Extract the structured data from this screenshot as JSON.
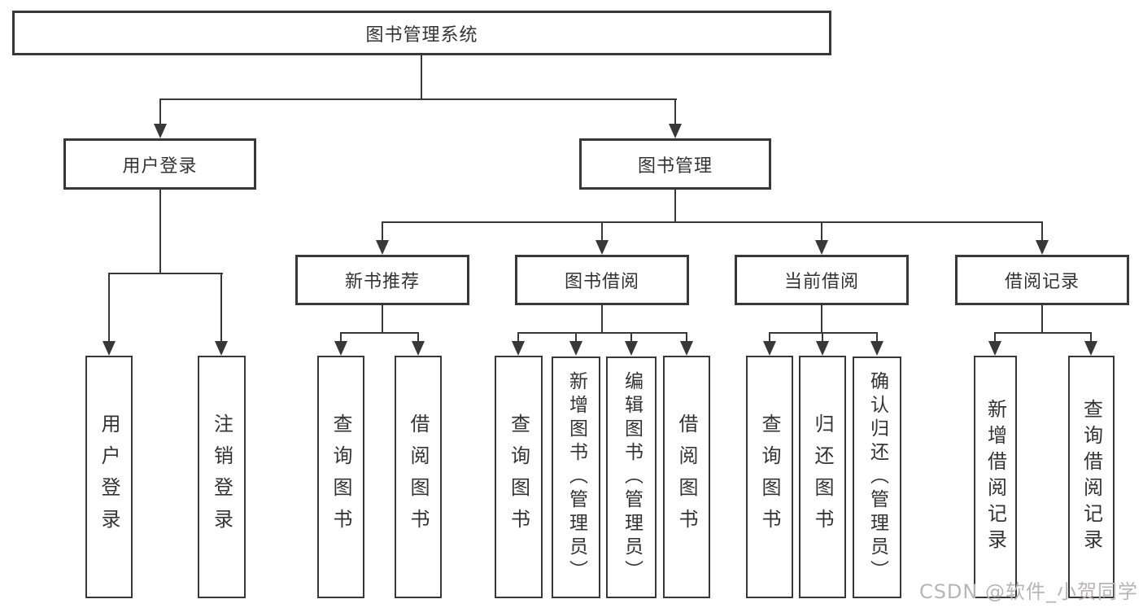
{
  "diagram_title": "图书管理系统",
  "nodes": {
    "root": "图书管理系统",
    "user_login": "用户登录",
    "book_mgmt": "图书管理",
    "new_book_rec": "新书推荐",
    "book_borrow": "图书借阅",
    "current_borrow": "当前借阅",
    "borrow_records": "借阅记录",
    "leaf_user_login": "用户登录",
    "leaf_logout": "注销登录",
    "leaf_rec_query": "查询图书",
    "leaf_rec_borrow": "借阅图书",
    "leaf_bb_query": "查询图书",
    "leaf_bb_add": "新增图书（管理员）",
    "leaf_bb_edit": "编辑图书（管理员）",
    "leaf_bb_borrow": "借阅图书",
    "leaf_cb_query": "查询图书",
    "leaf_cb_return": "归还图书",
    "leaf_cb_confirm": "确认归还（管理员）",
    "leaf_br_add": "新增借阅记录",
    "leaf_br_query": "查询借阅记录"
  },
  "watermark": {
    "text": "CSDN @软件_小贺同学"
  },
  "colors": {
    "line": "#383838",
    "text": "#333333",
    "background": "#ffffff",
    "watermark": "#b7b5b5"
  }
}
